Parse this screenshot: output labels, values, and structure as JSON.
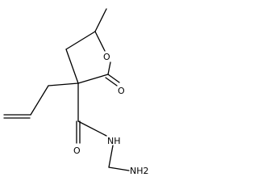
{
  "molecule": {
    "atoms": {
      "ring_oxygen": "O",
      "carbonyl_oxygen": "O",
      "amide_nitrogen": "NH",
      "amine_group": "NH2"
    },
    "colors": {
      "bond": "#000000",
      "label": "#000000",
      "background": "#ffffff"
    }
  }
}
